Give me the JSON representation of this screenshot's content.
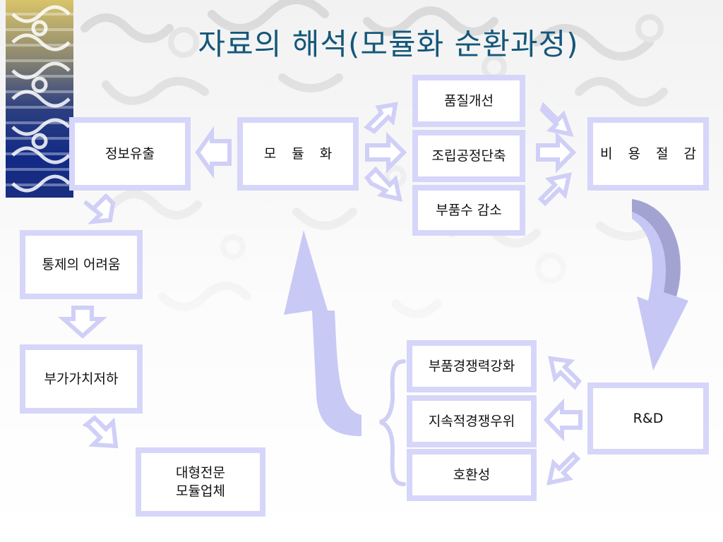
{
  "slide": {
    "title": "자료의 해석(모듈화 순환과정)"
  },
  "nodes": {
    "info_leak": "정보유출",
    "modularization": "모 듈 화",
    "quality_improvement": "품질개선",
    "assembly_shortening": "조립공정단축",
    "parts_reduction": "부품수 감소",
    "cost_reduction": "비 용 절 감",
    "control_difficulty": "통제의 어려움",
    "value_added_decline": "부가가치저하",
    "large_module_makers": [
      "대형전문",
      "모듈업체"
    ],
    "parts_competitiveness": "부품경쟁력강화",
    "sustained_advantage": "지속적경쟁우위",
    "interchangeability": "호환성",
    "rnd": "R&D"
  },
  "colors": {
    "title": "#14577a",
    "box_border": "#d6d6fa",
    "arrow_fill": "#ffffff",
    "arrow_stroke": "#d0d0f8",
    "big_arrow": "#c7c7f6",
    "curved_arrow_dark": "#9c9ccb",
    "brace": "#cfcff6"
  }
}
